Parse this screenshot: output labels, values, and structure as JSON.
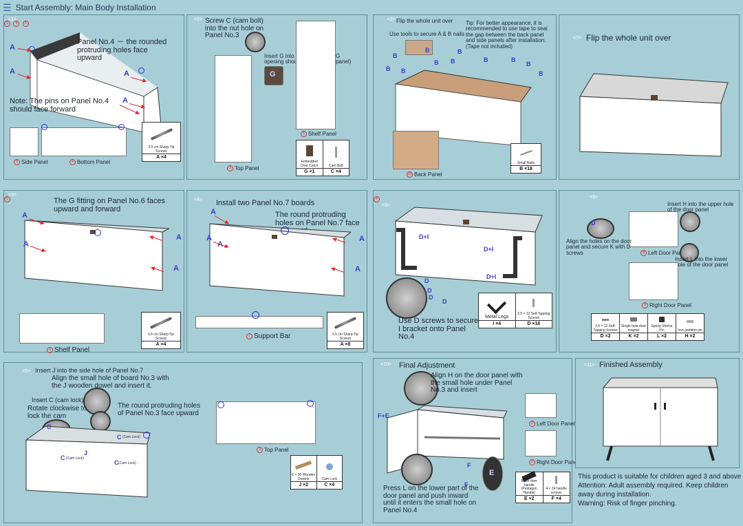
{
  "header": {
    "icon": "menu-icon",
    "title": "Start Assembly: Main Body Installation"
  },
  "steps": {
    "s1": {
      "tag": "<1>",
      "note_rounded": "Panel No.4 － the rounded protruding holes face upward",
      "note_pins": "Note: The pins on Panel No.4 should face forward",
      "side_panel": "Side Panel",
      "bottom_panel": "Bottom Panel",
      "num_side": "5",
      "num_bottom": "4",
      "part_name": "3.5 cm Sharp-Tip Screws",
      "part_qty": "A ×4"
    },
    "s2": {
      "tag": "<2>",
      "note_screw": "Screw C (cam bolt) into the nut hole on Panel No.3",
      "note_insert": "Insert G into Panel No.6(The G opening should face the side panel)",
      "top_panel": "Top Panel",
      "shelf_panel": "Shelf Panel",
      "num_top": "3",
      "num_shelf": "6",
      "parts": [
        {
          "name": "Embedded Door Catch",
          "qty": "G ×1"
        },
        {
          "name": "Cam Bolt",
          "qty": "C ×4"
        }
      ]
    },
    "s2b": {
      "tag": "<2>",
      "flip": "Flip the whole unit over",
      "use_tools": "Use tools to secure A & B nails",
      "tip": "Tip: For better appearance, it is recommended to use tape to seal the gap between the back panel and side panels after installation. (Tape not included)",
      "back_panel": "Back Panel",
      "num_back": "10",
      "part_name": "Small Nails",
      "part_qty": "B ×18"
    },
    "s7": {
      "tag": "<7>",
      "flip": "Flip the whole unit over"
    },
    "s3": {
      "tag": "<3>",
      "note": "The G fitting on Panel No.6 faces upward and forward",
      "shelf": "Shelf Panel",
      "num_shelf": "6",
      "part_name": "3.5 cm Sharp-Tip Screws",
      "part_qty": "A ×4"
    },
    "s4": {
      "tag": "<4>",
      "note": "Install two Panel No.7 boards",
      "note_holes": "The round protruding holes on Panel No.7 face backward",
      "support": "Support Bar",
      "num_support": "7",
      "part_name": "3.5 cm Sharp-Tip Screws",
      "part_qty": "A ×8"
    },
    "s8": {
      "tag": "<8>",
      "note": "Use D screws to secure I bracket onto Panel No.4",
      "parts": [
        {
          "name": "Metal Legs",
          "qty": "I ×4"
        },
        {
          "name": "3.5 × 12 Self-Tapping Screws",
          "qty": "D ×16"
        }
      ]
    },
    "s9": {
      "tag": "<9>",
      "insert_h": "Insert H into the upper hole of the door panel",
      "align": "Align the holes on the door panel and secure K with D screws",
      "insert_l": "Insert L into the lower hole of the door panel",
      "left_door": "Left Door Panel",
      "right_door": "Right Door Panel",
      "num_left": "8",
      "num_right": "9",
      "parts": [
        {
          "name": "3.5 × 12 Self-Tapping Screws",
          "qty": "D ×2"
        },
        {
          "name": "Single hole door magnet",
          "qty": "K ×2"
        },
        {
          "name": "Spring Shelve Pin",
          "qty": "L ×2"
        },
        {
          "name": "Iron partition pin",
          "qty": "H ×2"
        }
      ]
    },
    "s5": {
      "tag": "<5>",
      "insert_j": "Insert J into the side hole of Panel No.7",
      "align": "Align the small hole of board No.3 with the J wooden dowel and insert it.",
      "insert_c": "Insert C (cam lock)",
      "rotate": "Rotate clockwise to lock the cam",
      "round": "The round protruding holes of Panel No.3 face upward",
      "top_panel": "Top Panel",
      "num_top": "3",
      "cam_lock": "(Cam Lock)",
      "parts": [
        {
          "name": "6 × 30 Wooden Dowels",
          "qty": "J ×2"
        },
        {
          "name": "Cam Lock",
          "qty": "C ×4"
        }
      ]
    },
    "s10": {
      "tag": "<10>",
      "title": "Final Adjustment",
      "align_h": "Align H on the door panel with the small hole under Panel No.3 and insert",
      "press_l": "Press L on the lower part of the door panel and push inward until it enters the small hole on Panel No.4",
      "left_door": "Left Door Panel",
      "right_door": "Right Door Panel",
      "num_left": "8",
      "num_right": "9",
      "fe": "F+E",
      "parts": [
        {
          "name": "Black door handle (Pentagon Handle)",
          "qty": "E ×2"
        },
        {
          "name": "4 × 14 handle screws",
          "qty": "F ×4"
        }
      ]
    },
    "s11": {
      "tag": "<11>",
      "title": "Finished Assembly",
      "notice": [
        "This product is suitable for children aged 3 and above",
        "Attention: Adult assembly required. Keep children away during installation.",
        "Warning: Risk of finger pinching."
      ]
    }
  },
  "labels": {
    "A": "A",
    "B": "B",
    "C": "C",
    "D": "D",
    "F": "F",
    "J": "J",
    "G": "G",
    "E": "E",
    "DI": "D+I"
  },
  "colors": {
    "background": "#a9cfd8",
    "panel_border": "#5d8e9c",
    "letter_blue": "#3a3bcc",
    "arrow_red": "#e02828"
  }
}
